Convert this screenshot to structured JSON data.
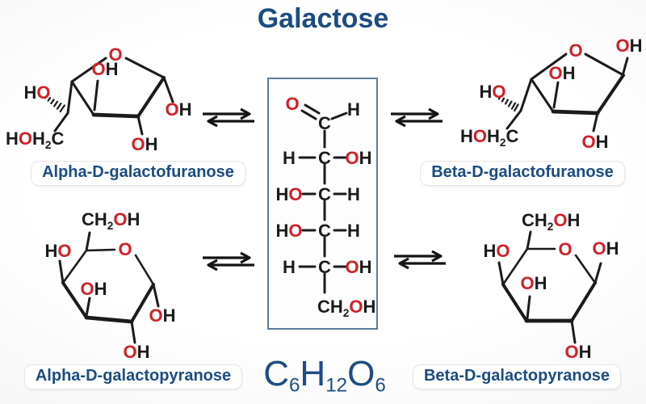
{
  "title": "Galactose",
  "molecular_formula": "C_{6}H_{12}O_{6}",
  "structures": {
    "alpha_furanose": {
      "label": "Alpha-D-galactofuranose"
    },
    "beta_furanose": {
      "label": "Beta-D-galactofuranose"
    },
    "alpha_pyranose": {
      "label": "Alpha-D-galactopyranose"
    },
    "beta_pyranose": {
      "label": "Beta-D-galactopyranose"
    }
  },
  "atom_labels": {
    "o": "O",
    "h": "H",
    "c": "C",
    "oh": "OH",
    "ho": "HO",
    "ch2oh": "CH_{2}OH",
    "hoh2c": "HOH_{2}C"
  },
  "fischer": {
    "aldehyde": {
      "o": "O",
      "c": "C",
      "h": "H"
    },
    "rows": [
      {
        "left": "H",
        "c": "C",
        "right": "OH"
      },
      {
        "left": "HO",
        "c": "C",
        "right": "H"
      },
      {
        "left": "HO",
        "c": "C",
        "right": "H"
      },
      {
        "left": "H",
        "c": "C",
        "right": "OH"
      }
    ],
    "terminal": "CH_{2}OH"
  },
  "colors": {
    "accent_blue": "#1c4c82",
    "heteroatom_red": "#cf2127",
    "bond_black": "#1b1b1b",
    "box_border": "#5b7c99",
    "label_pill_bg": "#ffffff"
  }
}
